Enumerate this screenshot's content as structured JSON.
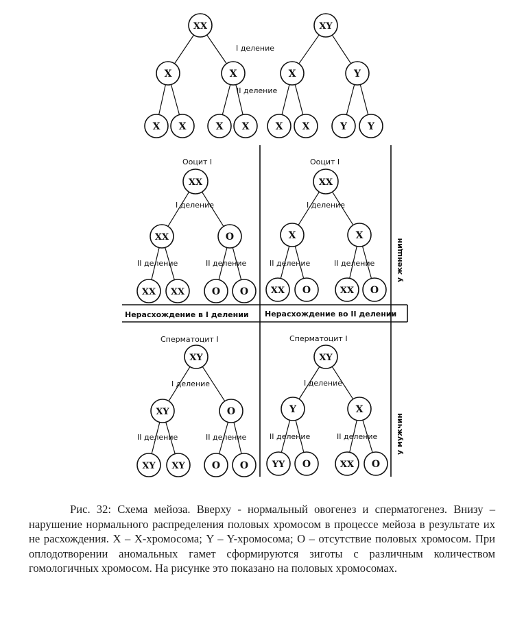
{
  "labels": {
    "division_1": "I деление",
    "division_2": "II деление",
    "oocyte": "Ооцит I",
    "spermatocyte": "Сперматоцит I",
    "nondisjunction_1": "Нерасхождение в I делении",
    "nondisjunction_2": "Нерасхождение во II делении",
    "female": "у женщин",
    "male": "у мужчин"
  },
  "trees": {
    "normal_female": {
      "root": "XX",
      "mid": [
        "X",
        "X"
      ],
      "leaves": [
        "X",
        "X",
        "X",
        "X"
      ]
    },
    "normal_male": {
      "root": "XY",
      "mid": [
        "X",
        "Y"
      ],
      "leaves": [
        "X",
        "X",
        "Y",
        "Y"
      ]
    },
    "female_nd1": {
      "root": "XX",
      "mid": [
        "XX",
        "O"
      ],
      "leaves": [
        "XX",
        "XX",
        "O",
        "O"
      ]
    },
    "female_nd2": {
      "root": "XX",
      "mid": [
        "X",
        "X"
      ],
      "leaves": [
        "XX",
        "O",
        "XX",
        "O"
      ]
    },
    "male_nd1": {
      "root": "XY",
      "mid": [
        "XY",
        "O"
      ],
      "leaves": [
        "XY",
        "XY",
        "O",
        "O"
      ]
    },
    "male_nd2": {
      "root": "XY",
      "mid": [
        "Y",
        "X"
      ],
      "leaves": [
        "YY",
        "O",
        "XX",
        "O"
      ]
    }
  },
  "caption": {
    "label": "Рис. 32:",
    "text": "Схема мейоза. Вверху - нормальный овогенез и сперматогенез. Внизу – нарушение нормального распределения половых хромосом в процессе мейоза в результате их не расхождения. X – X-хромосома; Y – Y-хромосома; O – отсутствие половых хромосом. При оплодотворении аномальных гамет сформируются зиготы с различным количеством гомологичных хромосом. На рисунке это показано на половых хромосомах."
  }
}
